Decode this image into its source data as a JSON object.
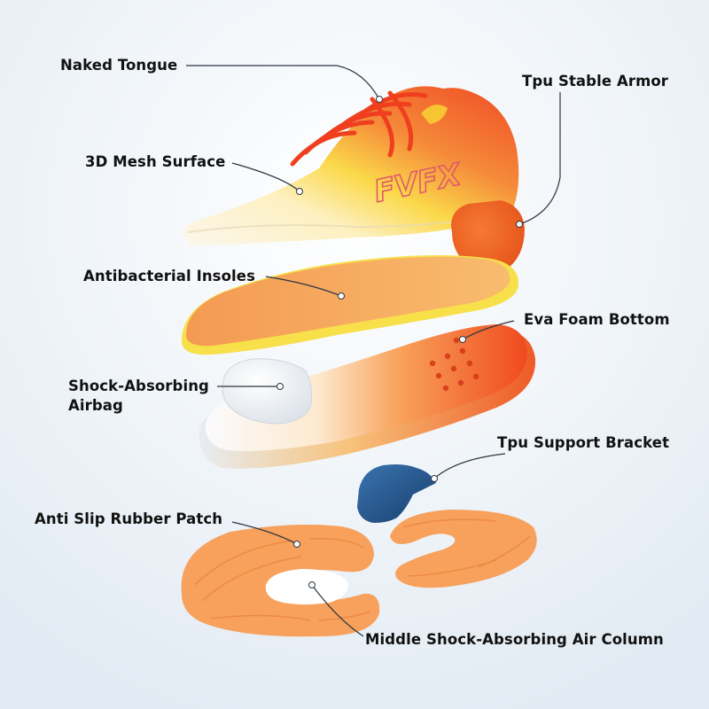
{
  "labels": {
    "naked_tongue": "Naked Tongue",
    "tpu_stable_armor": "Tpu Stable Armor",
    "mesh_surface": "3D Mesh Surface",
    "antibacterial_insoles": "Antibacterial Insoles",
    "eva_foam_bottom": "Eva Foam Bottom",
    "airbag_line1": "Shock-Absorbing",
    "airbag_line2": "Airbag",
    "tpu_support_bracket": "Tpu Support Bracket",
    "anti_slip_patch": "Anti Slip Rubber Patch",
    "air_column": "Middle Shock-Absorbing Air Column"
  },
  "logo_text": "FVFX",
  "colors": {
    "background": "#e9f0f6",
    "upper_orange": "#f2552a",
    "upper_yellow": "#f9e04a",
    "insole_orange": "#f5a55a",
    "insole_yellow": "#f7e24a",
    "armor_orange": "#f06a1e",
    "midsole_red": "#f04a1f",
    "tpu_blue": "#1f4f86",
    "rubber_orange": "#f7a15c",
    "leader_line": "#2a3542"
  }
}
